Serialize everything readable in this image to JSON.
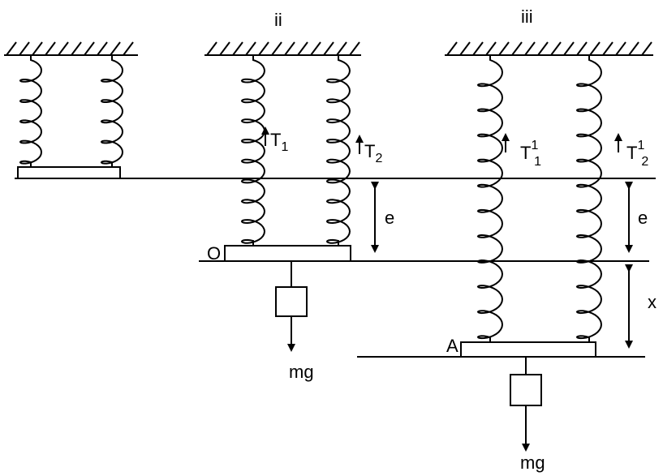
{
  "labels": {
    "panel_ii": "ii",
    "panel_iii": "iii",
    "T1_base": "T",
    "T1_sub": "1",
    "T2_base": "T",
    "T2_sub": "2",
    "Tp1_base": "T",
    "Tp1_sup": "1",
    "Tp1_sub": "1",
    "Tp2_base": "T",
    "Tp2_sup": "1",
    "Tp2_sub": "2",
    "e_ii": "e",
    "e_iii": "e",
    "x": "x",
    "O": "O",
    "A": "A",
    "mg_ii": "mg",
    "mg_iii": "mg"
  }
}
